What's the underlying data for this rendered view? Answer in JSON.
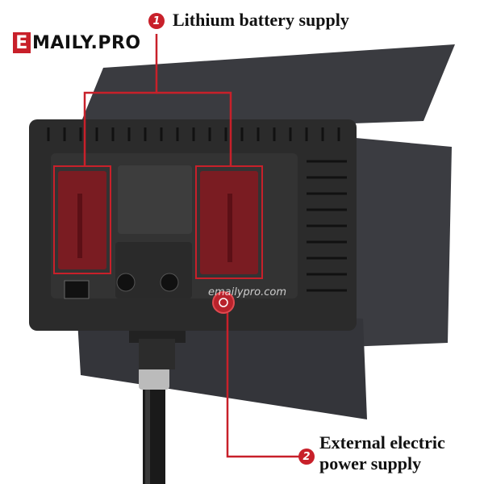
{
  "logo": {
    "initial": "E",
    "rest": "MAILY.PRO"
  },
  "watermark": "emailypro.com",
  "callouts": [
    {
      "number": "1",
      "text": "Lithium battery supply"
    },
    {
      "number": "2",
      "line1": "External electric",
      "line2": "power supply"
    }
  ],
  "colors": {
    "accent": "#c8202a",
    "panel": "#2b2b2b",
    "barn_door": "#3a3b40"
  }
}
